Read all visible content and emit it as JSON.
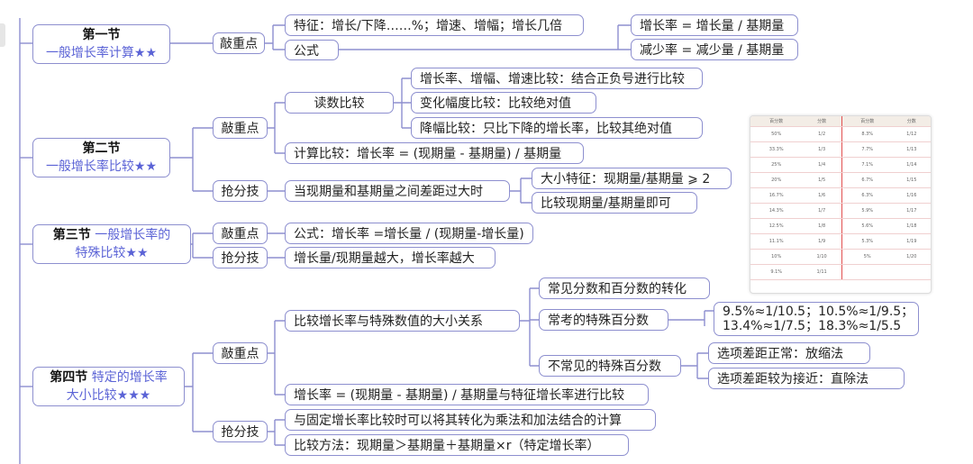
{
  "sections": [
    {
      "title": "第一节",
      "subtitle": "一般增长率计算★★"
    },
    {
      "title": "第二节",
      "subtitle": "一般增长率比较★★"
    },
    {
      "title": "第三节",
      "title_hi": "一般增长率的",
      "subtitle": "特殊比较★★"
    },
    {
      "title": "第四节",
      "title_hi": "特定的增长率",
      "subtitle": "大小比较★★★"
    }
  ],
  "labels": {
    "key_point": "敲重点",
    "score_tip": "抢分技"
  },
  "s1": {
    "feature": "特征：增长/下降……%；增速、增幅；增长几倍",
    "formula": "公式",
    "growth_rate": "增长率 = 增长量 / 基期量",
    "decrease_rate": "减少率 = 减少量 / 基期量"
  },
  "s2": {
    "read_compare": "读数比较",
    "r1": "增长率、增幅、增速比较：结合正负号进行比较",
    "r2": "变化幅度比较：比较绝对值",
    "r3": "降幅比较：只比下降的增长率，比较其绝对值",
    "calc_compare": "计算比较：增长率 = (现期量 - 基期量) / 基期量",
    "big_gap": "当现期量和基期量之间差距过大时",
    "size_feature": "大小特征：现期量/基期量 ⩾ 2",
    "compare_ratio": "比较现期量/基期量即可"
  },
  "s3": {
    "formula": "公式：增长率 =增长量 / (现期量-增长量)",
    "tip": "增长量/现期量越大，增长率越大"
  },
  "s4": {
    "special_relation": "比较增长率与特殊数值的大小关系",
    "common_frac": "常见分数和百分数的转化",
    "common_special": "常考的特殊百分数",
    "special_values_line1": "9.5%≈1/10.5；10.5%≈1/9.5；",
    "special_values_line2": "13.4%≈1/7.5；18.3%≈1/5.5",
    "uncommon": "不常见的特殊百分数",
    "opt_normal": "选项差距正常：放缩法",
    "opt_close": "选项差距较为接近：直除法",
    "compare_feature": "增长率 = (现期量 - 基期量) / 基期量与特征增长率进行比较",
    "fixed_rate": "与固定增长率比较时可以将其转化为乘法和加法结合的计算",
    "method": "比较方法：现期量＞基期量＋基期量×r（特定增长率）"
  },
  "fraction_table": {
    "headers": [
      "百分数",
      "分数",
      "百分数",
      "分数"
    ],
    "rows": [
      [
        "50%",
        "1/2",
        "8.3%",
        "1/12"
      ],
      [
        "33.3%",
        "1/3",
        "7.7%",
        "1/13"
      ],
      [
        "25%",
        "1/4",
        "7.1%",
        "1/14"
      ],
      [
        "20%",
        "1/5",
        "6.7%",
        "1/15"
      ],
      [
        "16.7%",
        "1/6",
        "6.3%",
        "1/16"
      ],
      [
        "14.3%",
        "1/7",
        "5.9%",
        "1/17"
      ],
      [
        "12.5%",
        "1/8",
        "5.6%",
        "1/18"
      ],
      [
        "11.1%",
        "1/9",
        "5.3%",
        "1/19"
      ],
      [
        "10%",
        "1/10",
        "5%",
        "1/20"
      ],
      [
        "9.1%",
        "1/11",
        "",
        ""
      ]
    ]
  }
}
